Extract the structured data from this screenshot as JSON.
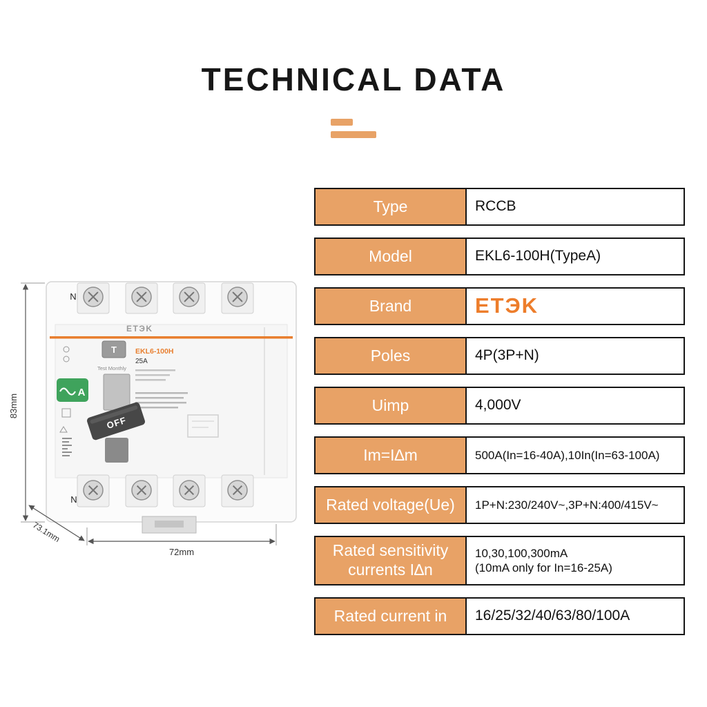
{
  "header": {
    "title": "TECHNICAL DATA"
  },
  "colors": {
    "accent_orange": "#E8A266",
    "logo_orange": "#ED7D2B",
    "badge_green": "#3FA35C",
    "table_border": "#151515"
  },
  "figure": {
    "height_label": "83mm",
    "depth_label": "73.1mm",
    "width_label": "72mm",
    "neutral_top": "N",
    "neutral_bottom": "N",
    "device": {
      "brand": "ETЭK",
      "model": "EKL6-100H",
      "rating": "25A",
      "test_button": "T",
      "off_label": "OFF",
      "type_badge": "A",
      "test_note": "Test Monthly"
    }
  },
  "table": {
    "rows": [
      {
        "label": "Type",
        "value": "RCCB"
      },
      {
        "label": "Model",
        "value": "EKL6-100H(TypeA)"
      },
      {
        "label": "Brand",
        "value": "ETЭK"
      },
      {
        "label": "Poles",
        "value": "4P(3P+N)"
      },
      {
        "label": "Uimp",
        "value": "4,000V"
      },
      {
        "label": "Im=I∆m",
        "value": "500A(In=16-40A),10In(In=63-100A)"
      },
      {
        "label": "Rated voltage(Ue)",
        "value": "1P+N:230/240V~,3P+N:400/415V~"
      },
      {
        "label": "Rated sensitivity\ncurrents I∆n",
        "value": "10,30,100,300mA\n(10mA only for In=16-25A)"
      },
      {
        "label": "Rated current in",
        "value": "16/25/32/40/63/80/100A"
      }
    ]
  }
}
